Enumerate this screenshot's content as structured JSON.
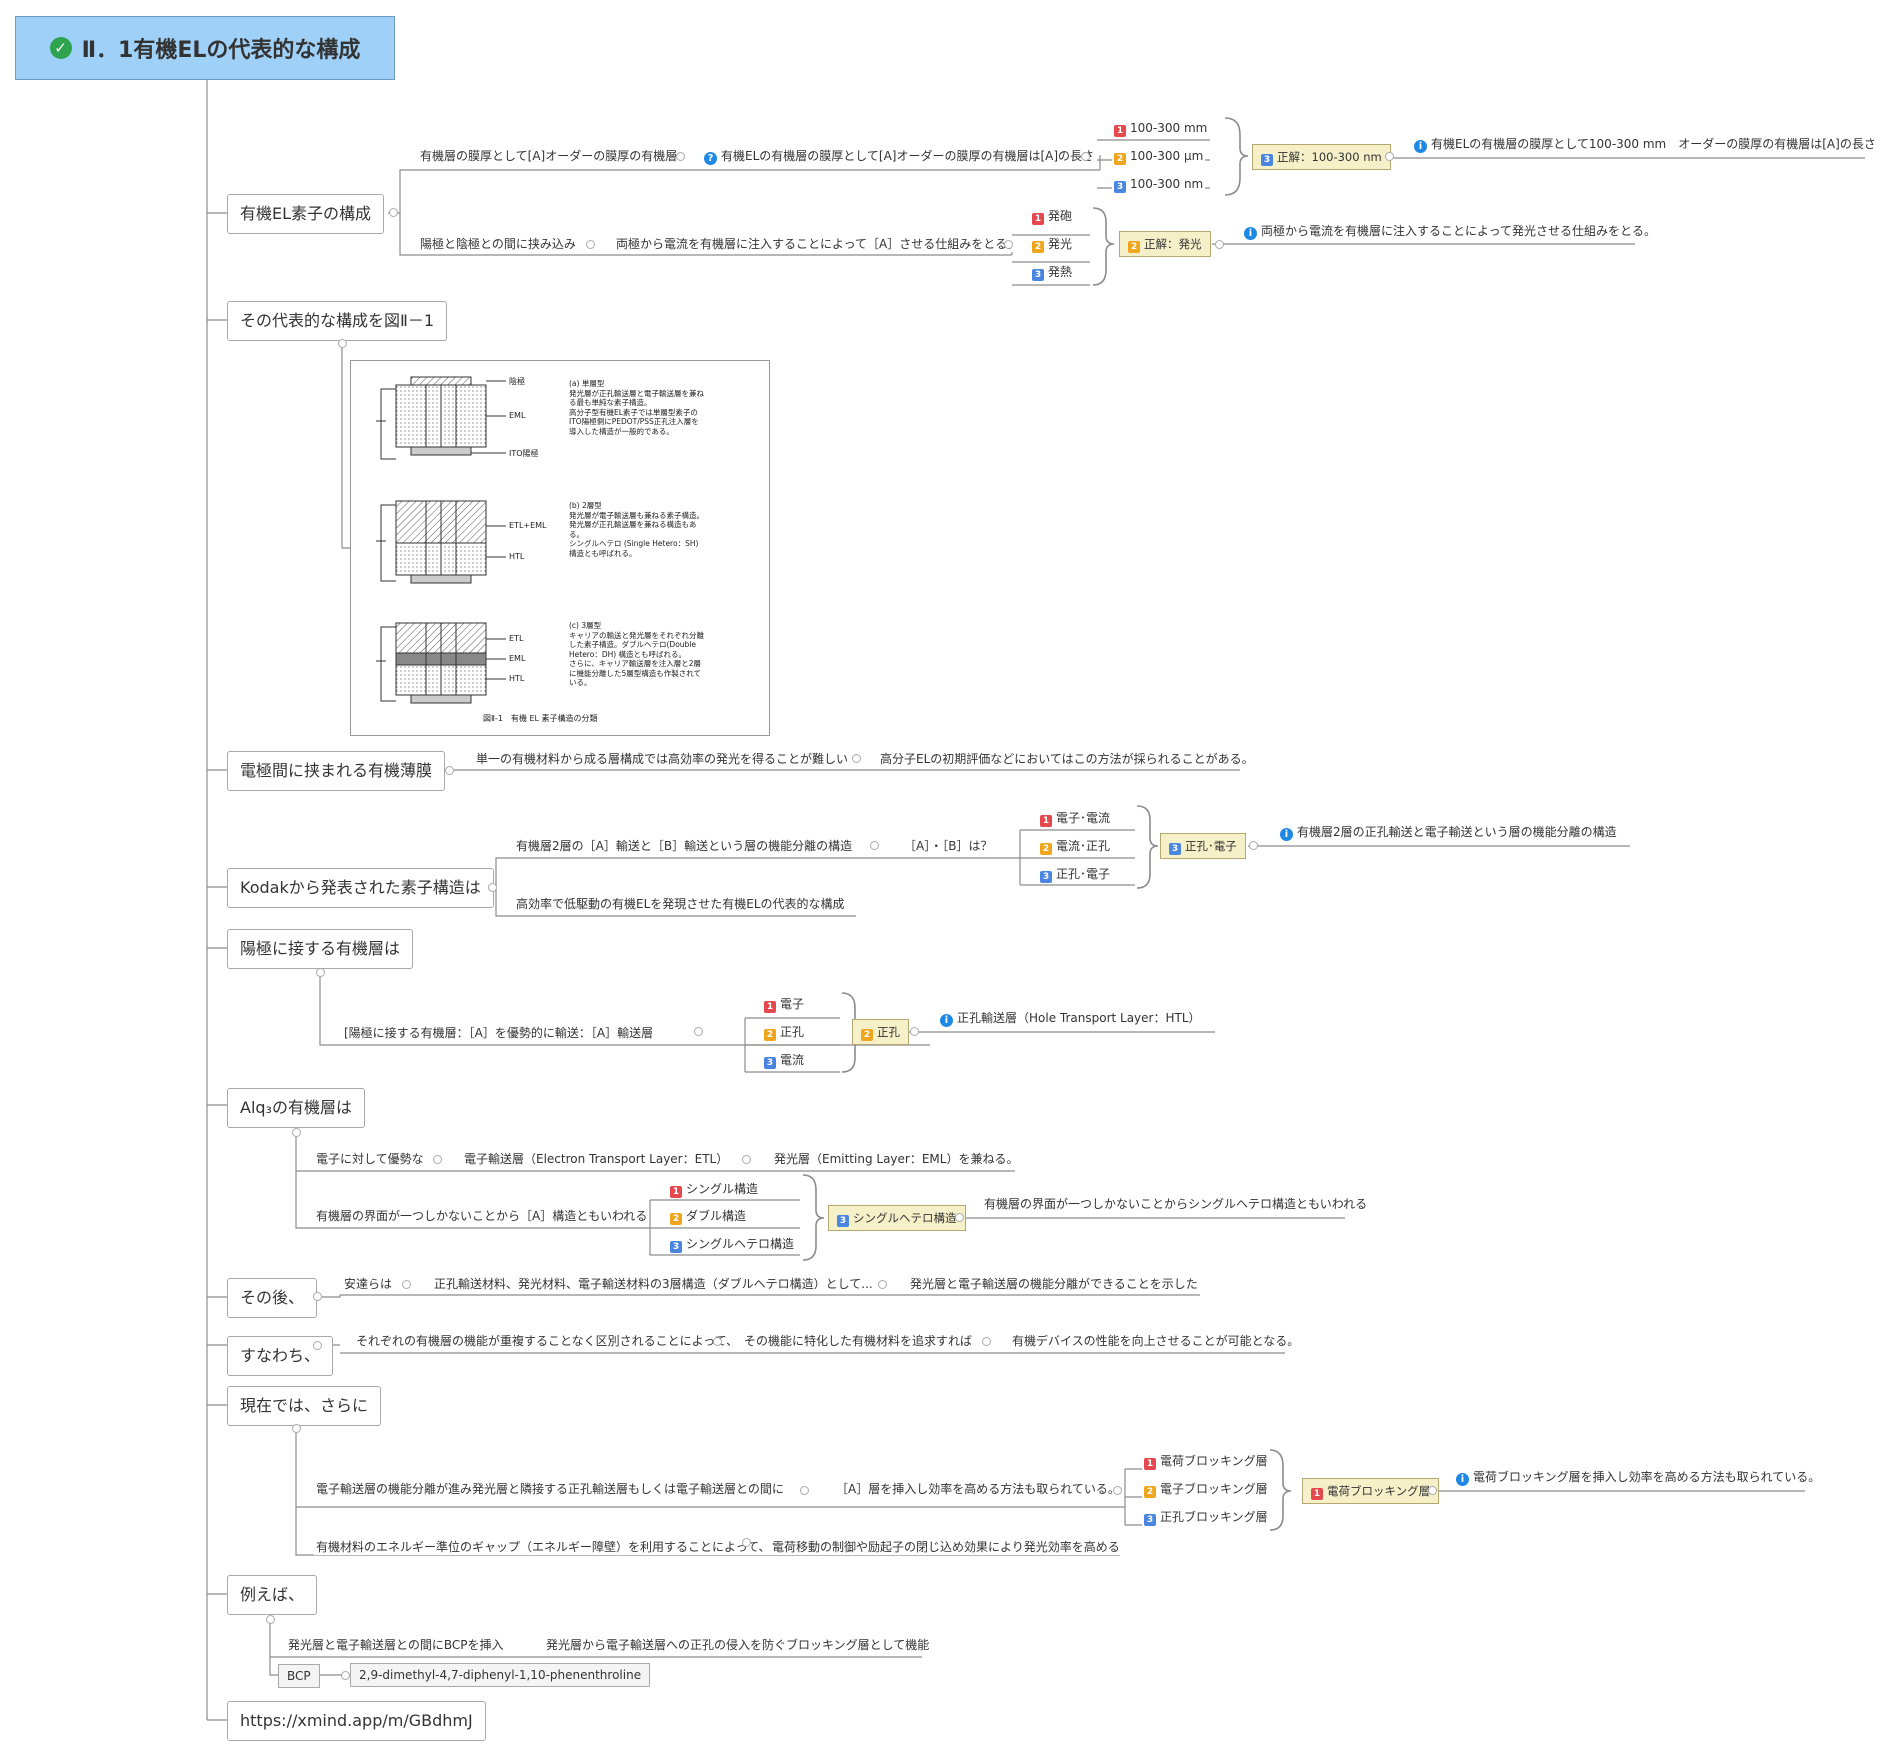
{
  "root": {
    "title": "Ⅱ．1有機ELの代表的な構成"
  },
  "topics": {
    "t1": "有機EL素子の構成",
    "t2": "その代表的な構成を図Ⅱ－1",
    "t3": "電極間に挟まれる有機薄膜",
    "t4": "Kodakから発表された素子構造は",
    "t5": "陽極に接する有機層は",
    "t6": "Alq₃の有機層は",
    "t7": "その後、",
    "t8": "すなわち、",
    "t9": "現在では、さらに",
    "t10": "例えば、",
    "t11": "https://xmind.app/m/GBdhmJ"
  },
  "n1": {
    "a": "有機層の膜厚として[A]オーダーの膜厚の有機層",
    "q": "有機ELの有機層の膜厚として[A]オーダーの膜厚の有機層は[A]の長さ",
    "opts": [
      "100-300 mm",
      "100-300 μm",
      "100-300 nm"
    ],
    "ans": "正解：100-300 nm",
    "info": "有機ELの有機層の膜厚として100-300 mm　オーダーの膜厚の有機層は[A]の長さ",
    "b": "陽極と陰極との間に挟み込み",
    "bq": "両極から電流を有機層に注入することによって［A］させる仕組みをとる。",
    "bopts": [
      "発砲",
      "発光",
      "発熱"
    ],
    "bans": "正解：発光",
    "binfo": "両極から電流を有機層に注入することによって発光させる仕組みをとる。"
  },
  "fig": {
    "caption": "図Ⅱ-1　有機 EL 素子構造の分類",
    "a_labels": [
      "陰極",
      "EML",
      "ITO陽極"
    ],
    "a_text": [
      "(a) 単層型",
      "発光層が正孔輸送層と電子輸送層を兼ね",
      "る最も単純な素子構造。",
      "高分子型有機EL素子では単層型素子の",
      "ITO陽極側にPEDOT/PSS正孔注入層を",
      "導入した構造が一般的である。"
    ],
    "b_labels": [
      "ETL+EML",
      "HTL"
    ],
    "b_text": [
      "(b) 2層型",
      "発光層が電子輸送層も兼ねる素子構造。",
      "発光層が正孔輸送層を兼ねる構造もあ",
      "る。",
      "シングルヘテロ (Single Hetero：SH)",
      "構造とも呼ばれる。"
    ],
    "c_labels": [
      "ETL",
      "EML",
      "HTL"
    ],
    "c_text": [
      "(c) 3層型",
      "キャリアの輸送と発光層をそれぞれ分離",
      "した素子構造。ダブルヘテロ(Double",
      "Hetero：DH) 構造とも呼ばれる。",
      "さらに、キャリア輸送層を注入層と2層",
      "に機能分離した5層型構造も作製されて",
      "いる。"
    ]
  },
  "n3": {
    "a": "単一の有機材料から成る層構成では高効率の発光を得ることが難しい",
    "b": "高分子ELの初期評価などにおいてはこの方法が採られることがある。"
  },
  "n4": {
    "a": "有機層2層の［A］輸送と［B］輸送という層の機能分離の構造",
    "q": "［A］・［B］は？",
    "opts": [
      "電子･電流",
      "電流･正孔",
      "正孔･電子"
    ],
    "ans": "正孔･電子",
    "info": "有機層2層の正孔輸送と電子輸送という層の機能分離の構造",
    "b": "高効率で低駆動の有機ELを発現させた有機ELの代表的な構成"
  },
  "n5": {
    "a": "[陽極に接する有機層：［A］を優勢的に輸送：［A］輸送層",
    "opts": [
      "電子",
      "正孔",
      "電流"
    ],
    "ans": "正孔",
    "info": "正孔輸送層（Hole Transport Layer：HTL）"
  },
  "n6": {
    "a": "電子に対して優勢な",
    "a2": "電子輸送層（Electron Transport Layer：ETL）",
    "a3": "発光層（Emitting Layer：EML）を兼ねる。",
    "b": "有機層の界面が一つしかないことから［A］構造ともいわれる",
    "opts": [
      "シングル構造",
      "ダブル構造",
      "シングルヘテロ構造"
    ],
    "ans": "シングルヘテロ構造",
    "info": "有機層の界面が一つしかないことからシングルヘテロ構造ともいわれる"
  },
  "n7": {
    "a": "安達らは",
    "b": "正孔輸送材料、発光材料、電子輸送材料の3層構造（ダブルヘテロ構造）として...",
    "c": "発光層と電子輸送層の機能分離ができることを示した"
  },
  "n8": {
    "a": "それぞれの有機層の機能が重複することなく区別されることによって、",
    "b": "その機能に特化した有機材料を追求すれば",
    "c": "有機デバイスの性能を向上させることが可能となる。"
  },
  "n9": {
    "a": "電子輸送層の機能分離が進み発光層と隣接する正孔輸送層もしくは電子輸送層との間に",
    "q": "［A］層を挿入し効率を高める方法も取られている。",
    "opts": [
      "電荷ブロッキング層",
      "電子ブロッキング層",
      "正孔ブロッキング層"
    ],
    "ans": "電荷ブロッキング層",
    "info": "電荷ブロッキング層を挿入し効率を高める方法も取られている。",
    "b": "有機材料のエネルギー準位のギャップ（エネルギー障壁）を利用することによって、",
    "b2": "電荷移動の制御や励起子の閉じ込め効果により発光効率を高める"
  },
  "n10": {
    "a": "発光層と電子輸送層との間にBCPを挿入",
    "a2": "発光層から電子輸送層への正孔の侵入を防ぐブロッキング層として機能",
    "bcp": "BCP",
    "bcp_full": "2,9-dimethyl-4,7-diphenyl-1,10-phenenthroline"
  },
  "colors": {
    "root_bg": "#9fd0f7",
    "answer_bg": "#f6f0c9",
    "line": "#8c8c8c"
  },
  "icons": [
    "check-circle-icon",
    "question-icon",
    "info-icon"
  ]
}
